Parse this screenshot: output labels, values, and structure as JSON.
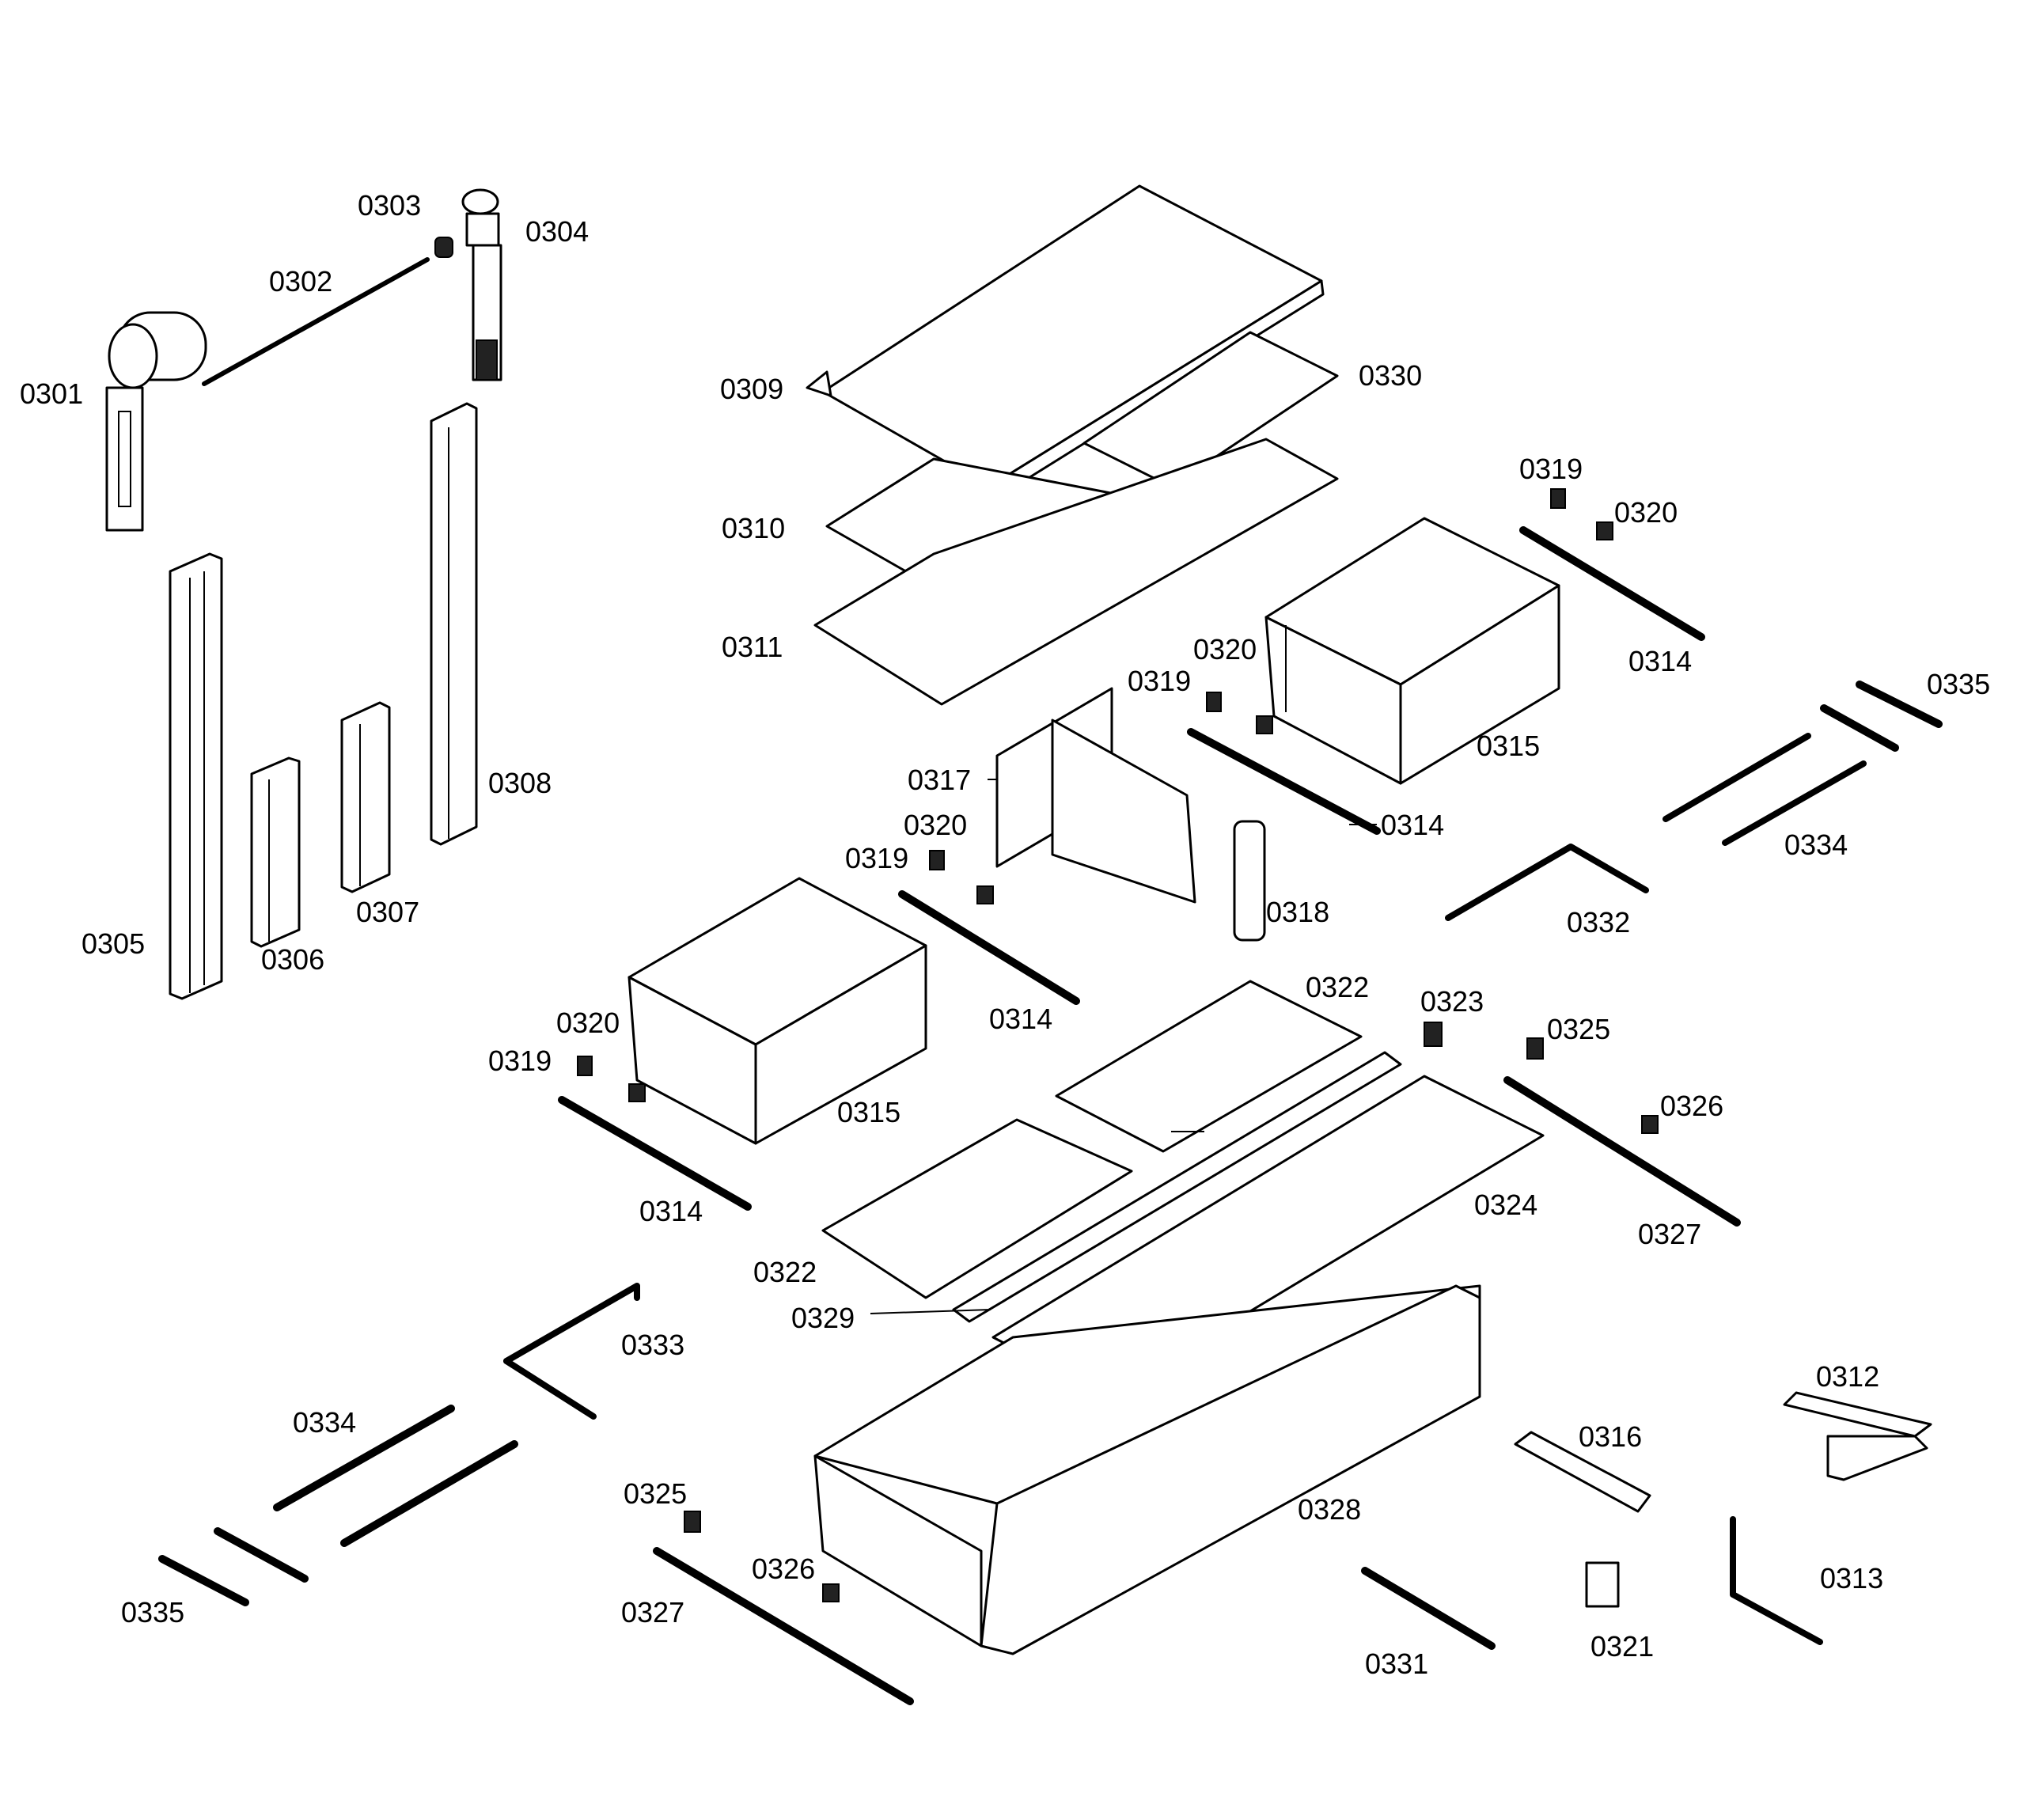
{
  "labels": {
    "p0301": "0301",
    "p0302": "0302",
    "p0303": "0303",
    "p0304": "0304",
    "p0305": "0305",
    "p0306": "0306",
    "p0307": "0307",
    "p0308": "0308",
    "p0309": "0309",
    "p0310": "0310",
    "p0311": "0311",
    "p0330": "0330",
    "p0319": "0319",
    "p0320": "0320",
    "p0314": "0314",
    "p0315": "0315",
    "p0317": "0317",
    "p0318": "0318",
    "p0335": "0335",
    "p0334": "0334",
    "p0332": "0332",
    "p0322": "0322",
    "p0323": "0323",
    "p0325": "0325",
    "p0326": "0326",
    "p0324": "0324",
    "p0327": "0327",
    "p0329": "0329",
    "p0333": "0333",
    "p0328": "0328",
    "p0312": "0312",
    "p0316": "0316",
    "p0313": "0313",
    "p0321": "0321",
    "p0331": "0331"
  }
}
